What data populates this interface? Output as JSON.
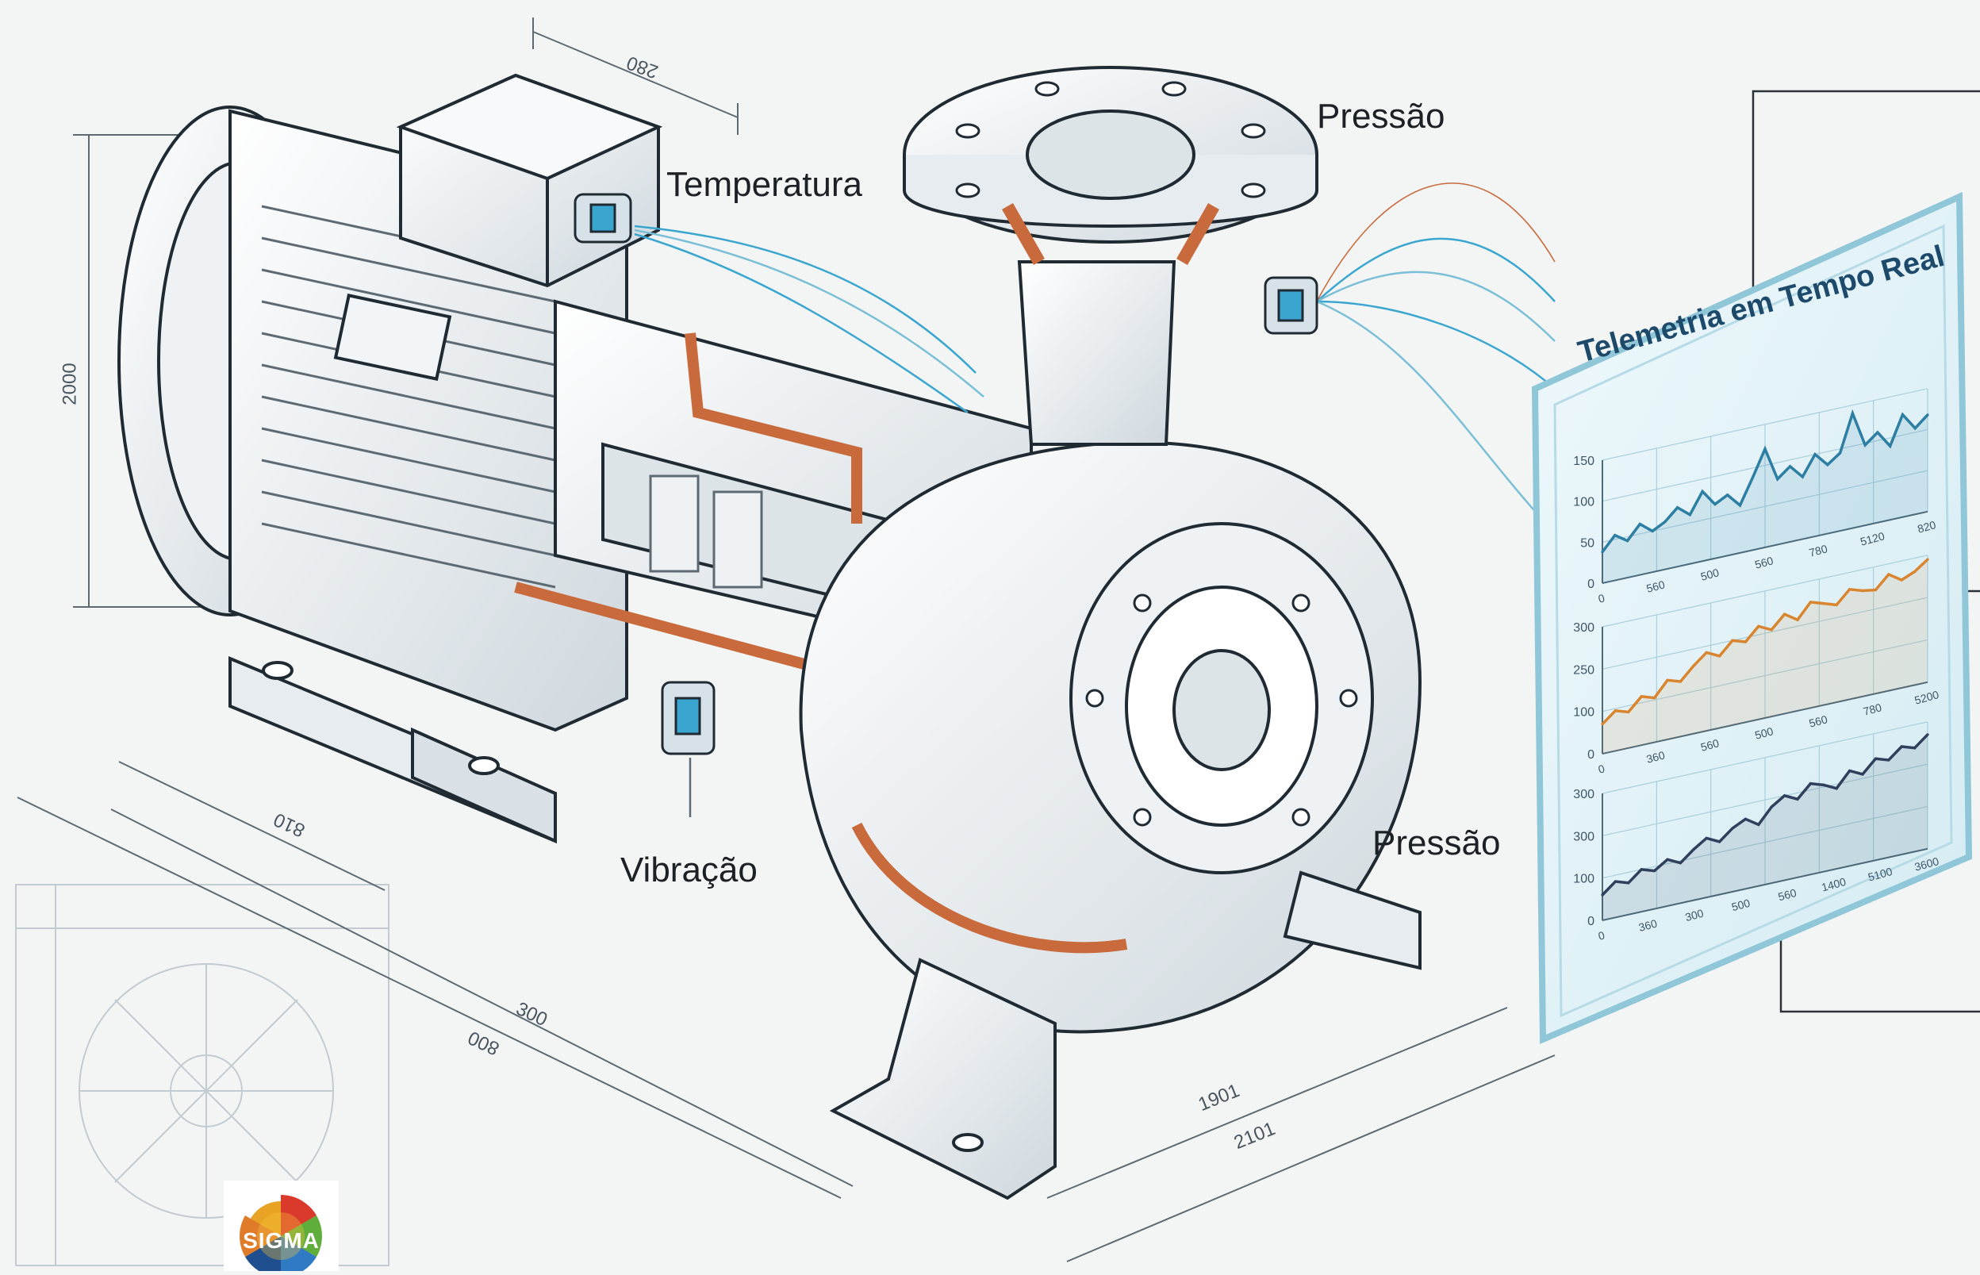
{
  "labels": {
    "temperature": "Temperatura",
    "pressure_top": "Pressão",
    "vibration": "Vibração",
    "pressure_bottom": "Pressão"
  },
  "dimensions": {
    "top": "280",
    "left_vertical": "2000",
    "bottom_left_short": "810",
    "bottom_left_mid": "300",
    "bottom_left_long": "800",
    "bottom_right_a": "1901",
    "bottom_right_b": "2101"
  },
  "panel": {
    "title": "Telemetria em Tempo Real"
  },
  "chart_data": [
    {
      "type": "line",
      "title": "",
      "yticks": [
        "0",
        "50",
        "100",
        "150"
      ],
      "xticks": [
        "0",
        "560",
        "500",
        "560",
        "780",
        "5120",
        "820"
      ],
      "ylim": [
        0,
        150
      ],
      "series": [
        {
          "values": [
            38,
            55,
            45,
            62,
            50,
            58,
            72,
            60,
            85,
            66,
            74,
            58,
            88,
            120,
            80,
            92,
            76,
            100,
            84,
            95,
            140,
            98,
            110,
            90,
            125,
            105,
            118
          ]
        }
      ],
      "color": "#2d7ea3",
      "grid": true
    },
    {
      "type": "line",
      "title": "",
      "yticks": [
        "0",
        "100",
        "250",
        "300"
      ],
      "xticks": [
        "0",
        "360",
        "560",
        "500",
        "560",
        "780",
        "5200"
      ],
      "ylim": [
        0,
        300
      ],
      "series": [
        {
          "values": [
            70,
            95,
            85,
            115,
            105,
            140,
            130,
            160,
            185,
            170,
            200,
            190,
            220,
            205,
            235,
            215,
            250,
            240,
            230,
            260,
            250,
            245,
            275,
            255,
            268,
            290
          ]
        }
      ],
      "color": "#d9852f",
      "grid": true
    },
    {
      "type": "line",
      "title": "",
      "yticks": [
        "0",
        "100",
        "300",
        "300"
      ],
      "xticks": [
        "0",
        "360",
        "300",
        "500",
        "560",
        "1400",
        "5100",
        "3600"
      ],
      "ylim": [
        0,
        300
      ],
      "series": [
        {
          "values": [
            60,
            85,
            75,
            100,
            90,
            110,
            95,
            120,
            140,
            125,
            150,
            165,
            145,
            180,
            200,
            185,
            215,
            205,
            190,
            225,
            210,
            240,
            230,
            255,
            245,
            270
          ]
        }
      ],
      "color": "#2f3f5c",
      "grid": true
    }
  ],
  "logo": {
    "text": "SIGMA"
  },
  "colors": {
    "line": "#1f2a33",
    "copper": "#c86a3c",
    "sensor": "#3aa6cf",
    "panel_bg": "#dbeef4",
    "panel_border": "#8fc6d8"
  }
}
